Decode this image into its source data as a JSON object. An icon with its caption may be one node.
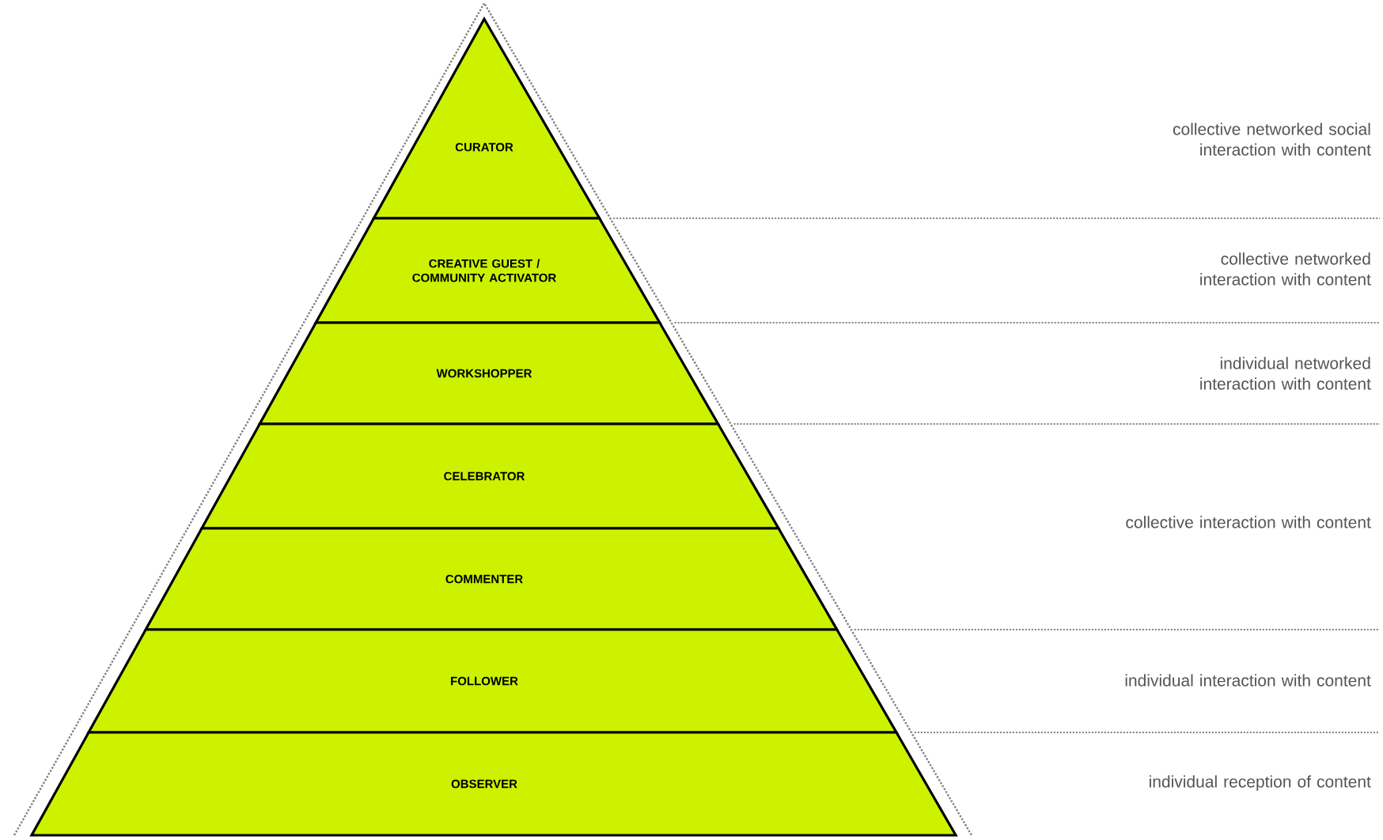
{
  "diagram": {
    "nodes": [
      {
        "text": [
          "CURATOR"
        ]
      },
      {
        "text": [
          "CREATIVE GUEST / COMMUNITY ACTIVATOR"
        ]
      },
      {
        "text": [
          "WORKSHOPPER"
        ]
      },
      {
        "text": [
          "CELEBRATOR"
        ]
      },
      {
        "text": [
          "COMMENTER"
        ]
      },
      {
        "text": [
          "FOLLOWER"
        ]
      },
      {
        "text": [
          "OBSERVER"
        ]
      }
    ],
    "labels": [
      "collective networked social interaction with content",
      "collective networked interaction with content",
      "individual networked interaction with content",
      "collective interaction with content",
      "individual interaction with content",
      "individual reception of content"
    ]
  }
}
